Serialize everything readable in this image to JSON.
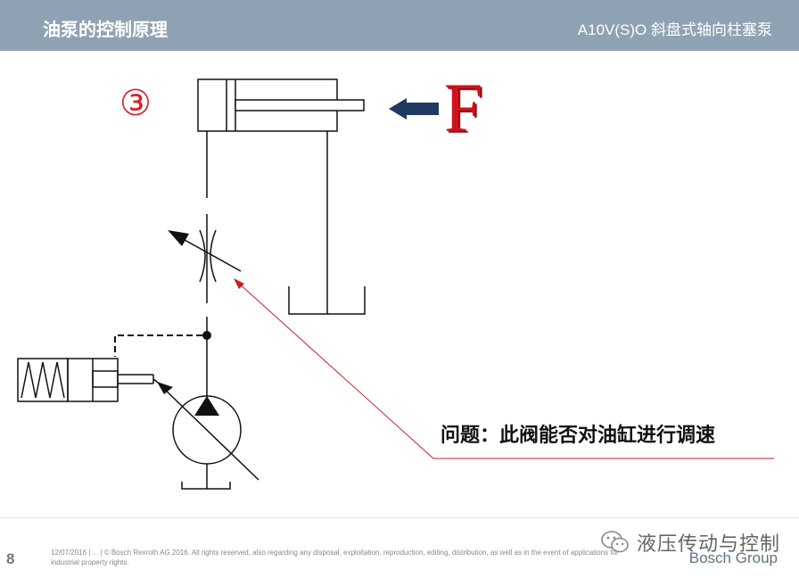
{
  "header": {
    "title": "油泵的控制原理",
    "subtitle": "A10V(S)O  斜盘式轴向柱塞泵"
  },
  "diagram": {
    "step_label": "③",
    "force_label": "F",
    "question": "问题：此阀能否对油缸进行调速",
    "colors": {
      "red": "#d3111b",
      "arrow_navy": "#1f3a60",
      "line": "#111111",
      "pointer_line": "#c0202a"
    }
  },
  "footer": {
    "page_number": "8",
    "copyright": "12/07/2016 | ... | © Bosch Rexroth AG 2016. All rights reserved, also regarding any disposal, exploitation, reproduction, editing, distribution, as well as in the event of applications for industrial property rights.",
    "wechat_account": "液压传动与控制",
    "brand_group": "Bosch Group"
  }
}
